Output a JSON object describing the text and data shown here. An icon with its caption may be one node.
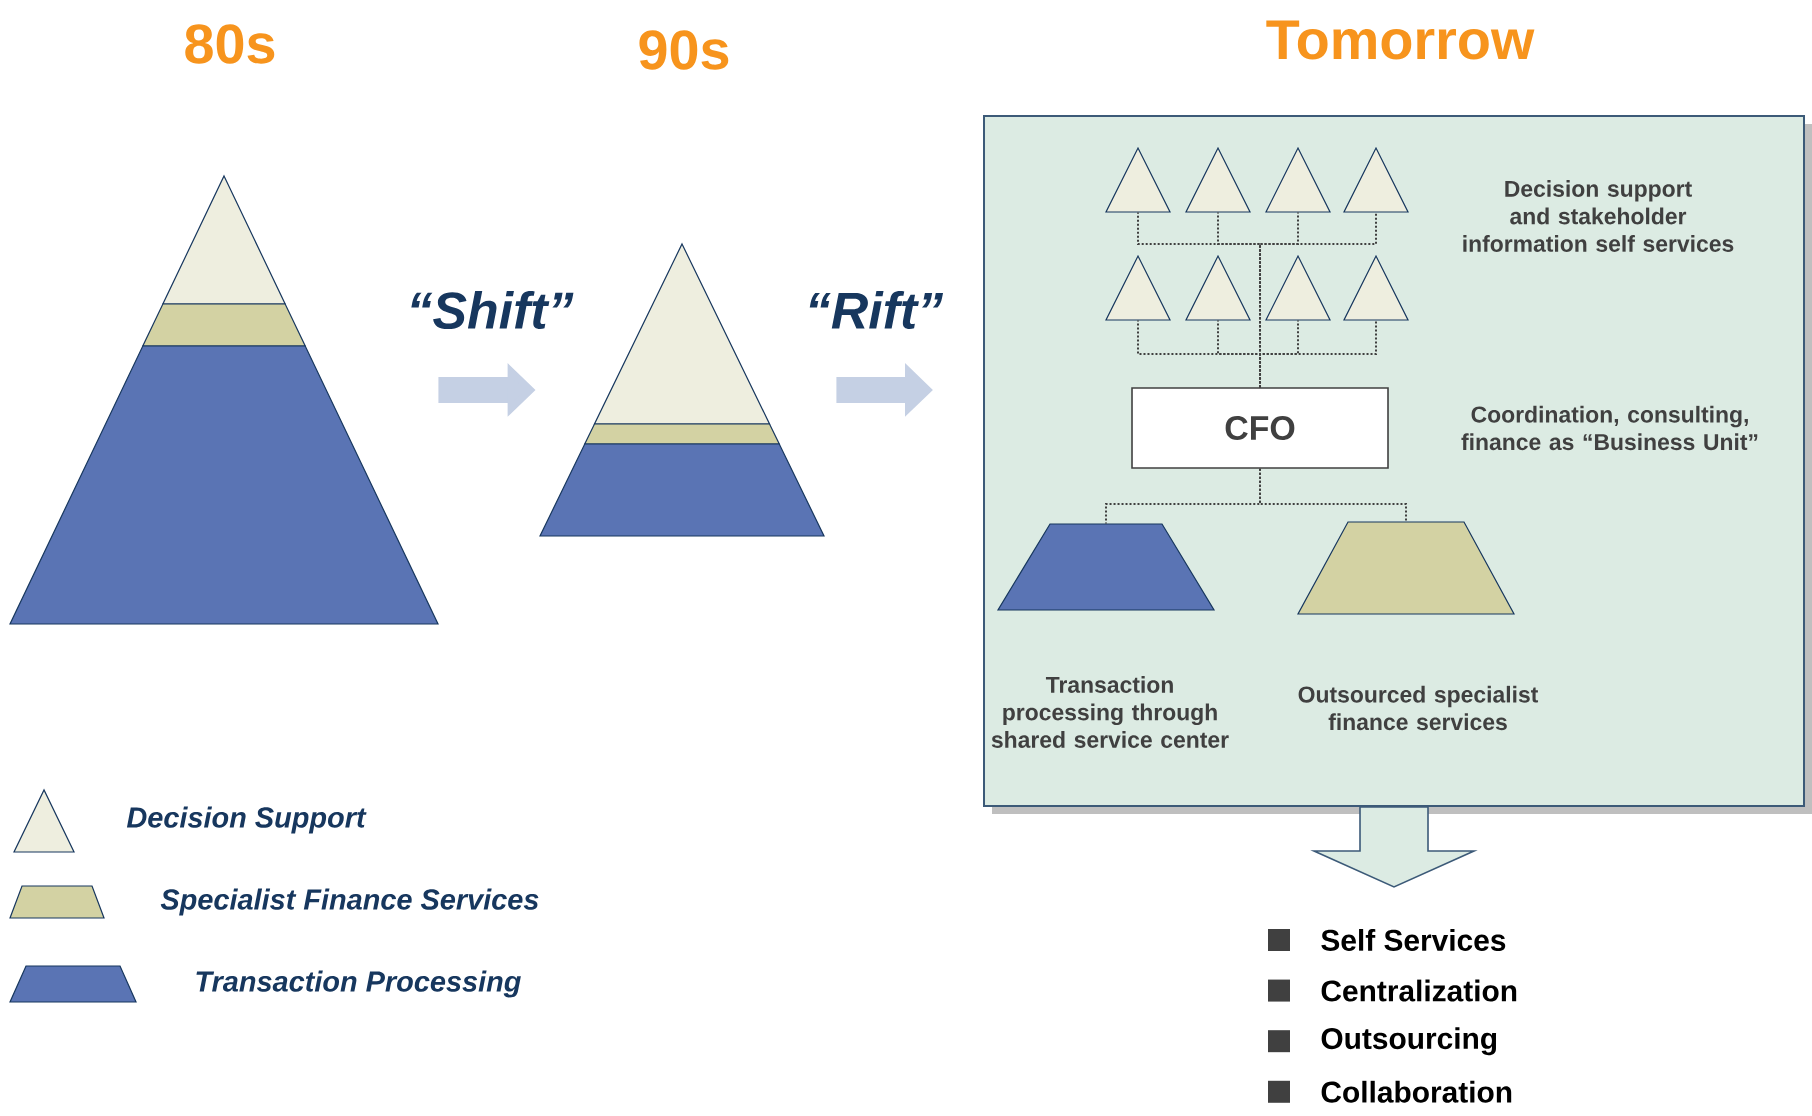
{
  "diagram": {
    "nodes": [
      {
        "text": [
          "80s"
        ]
      },
      {
        "text": [
          "90s"
        ]
      },
      {
        "text": [
          "Tomorrow"
        ]
      },
      {
        "text": [],
        "shape": "triangle",
        "in": 2
      },
      {
        "text": [],
        "shape": "triangle",
        "in": 2
      },
      {
        "text": [],
        "shape": "triangle",
        "in": 2
      },
      {
        "text": [],
        "shape": "triangle",
        "in": 2
      },
      {
        "text": [],
        "shape": "triangle",
        "in": 2
      },
      {
        "text": [],
        "shape": "triangle",
        "in": 2
      },
      {
        "text": [],
        "shape": "triangle",
        "in": 2
      },
      {
        "text": [],
        "shape": "triangle",
        "in": 2
      },
      {
        "text": [
          "CFO"
        ],
        "in": 2,
        "beside": [
          "Coordination, consulting, finance as “Business Unit”"
        ]
      },
      {
        "text": [],
        "shape": "trapezoid",
        "in": 2,
        "beside": [
          "Transaction processing through shared service center"
        ]
      },
      {
        "text": [],
        "shape": "trapezoid",
        "in": 2,
        "beside": [
          "Outsourced specialist finance services"
        ]
      }
    ],
    "edges": [
      {
        "from": 0,
        "to": 1,
        "arrow": "to",
        "label": "“Shift”",
        "style": "thick",
        "color": "#c5d0e4"
      },
      {
        "from": 1,
        "to": 2,
        "arrow": "to",
        "label": "“Rift”",
        "style": "thick",
        "color": "#c5d0e4"
      },
      {
        "from": 11,
        "to": 3,
        "arrow": "none",
        "style": "dashed"
      },
      {
        "from": 11,
        "to": 4,
        "arrow": "none",
        "style": "dashed"
      },
      {
        "from": 11,
        "to": 5,
        "arrow": "none",
        "style": "dashed"
      },
      {
        "from": 11,
        "to": 6,
        "arrow": "none",
        "style": "dashed"
      },
      {
        "from": 11,
        "to": 7,
        "arrow": "none",
        "style": "dashed"
      },
      {
        "from": 11,
        "to": 8,
        "arrow": "none",
        "style": "dashed"
      },
      {
        "from": 11,
        "to": 9,
        "arrow": "none",
        "style": "dashed"
      },
      {
        "from": 11,
        "to": 10,
        "arrow": "none",
        "style": "dashed"
      },
      {
        "from": 11,
        "to": 12,
        "arrow": "none",
        "style": "dashed"
      },
      {
        "from": 11,
        "to": 13,
        "arrow": "none",
        "style": "dashed"
      },
      {
        "from": 2,
        "to": null,
        "arrow": "to",
        "style": "thick",
        "color": "#dcebe3"
      }
    ],
    "labels": [
      "Decision support and stakeholder information self services",
      "Self Services",
      "Centralization",
      "Outsourcing",
      "Collaboration"
    ],
    "legend": [
      {
        "text": "Decision Support",
        "color": "#eeeedf"
      },
      {
        "text": "Specialist  Finance Services",
        "color": "#d3d2a3"
      },
      {
        "text": "Transaction Processing",
        "color": "#5a74b4"
      }
    ]
  }
}
